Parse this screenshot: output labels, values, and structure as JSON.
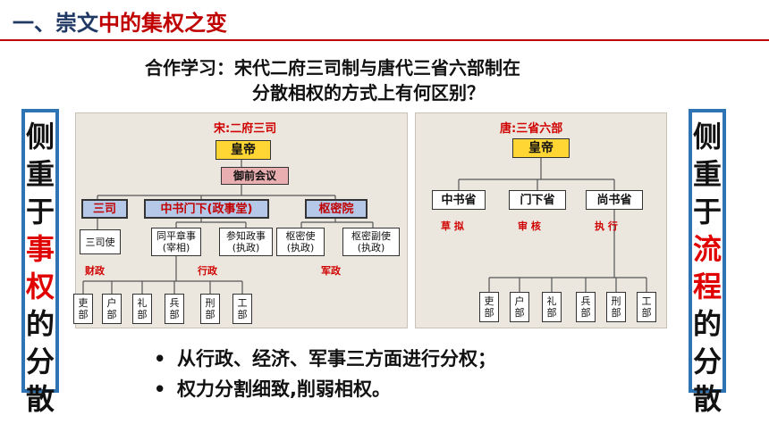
{
  "title": {
    "part1": "一、崇文",
    "part2": "中的集权之变"
  },
  "question": {
    "line1": "合作学习：宋代二府三司制与唐代三省六部制在",
    "line2": "分散相权的方式上有何区别？"
  },
  "left_side": [
    {
      "char": "侧",
      "red": false
    },
    {
      "char": "重",
      "red": false
    },
    {
      "char": "于",
      "red": false
    },
    {
      "char": "事",
      "red": true
    },
    {
      "char": "权",
      "red": true
    },
    {
      "char": "的",
      "red": false
    },
    {
      "char": "分",
      "red": false
    },
    {
      "char": "散",
      "red": false
    }
  ],
  "right_side": [
    {
      "char": "侧",
      "red": false
    },
    {
      "char": "重",
      "red": false
    },
    {
      "char": "于",
      "red": false
    },
    {
      "char": "流",
      "red": true
    },
    {
      "char": "程",
      "red": true
    },
    {
      "char": "的",
      "red": false
    },
    {
      "char": "分",
      "red": false
    },
    {
      "char": "散",
      "red": false
    }
  ],
  "song": {
    "title": "宋:二府三司",
    "emperor": "皇帝",
    "council": "御前会议",
    "sansi": "三司",
    "zhongshu": "中书门下(政事堂)",
    "shumi": "枢密院",
    "sansishi": "三司使",
    "tongping": "同平章事\n(宰相)",
    "canzhi": "参知政事\n(执政)",
    "shumishi": "枢密使\n(执政)",
    "shumifushi": "枢密副使\n(执政)",
    "label_caizheng": "财政",
    "label_xingzheng": "行政",
    "label_junzheng": "军政",
    "ministries": [
      "吏\n部",
      "户\n部",
      "礼\n部",
      "兵\n部",
      "刑\n部",
      "工\n部"
    ]
  },
  "tang": {
    "title": "唐:三省六部",
    "emperor": "皇帝",
    "zhongshu": "中书省",
    "menxia": "门下省",
    "shangshu": "尚书省",
    "func_zhongshu": "草 拟",
    "func_menxia": "审 核",
    "func_shangshu": "执 行",
    "ministries": [
      "吏\n部",
      "户\n部",
      "礼\n部",
      "兵\n部",
      "刑\n部",
      "工\n部"
    ]
  },
  "bullets": [
    "从行政、经济、军事三方面进行分权；",
    "权力分割细致,削弱相权。"
  ],
  "colors": {
    "title_blue": "#1f3864",
    "accent_red": "#c00000",
    "frame_blue": "#2e74b5",
    "emperor_yellow": "#ffd633"
  }
}
